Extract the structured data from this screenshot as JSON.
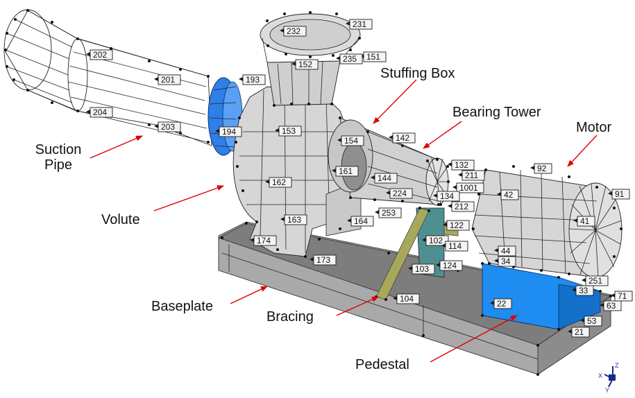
{
  "annotations": {
    "suction_pipe": "Suction\nPipe",
    "volute": "Volute",
    "baseplate": "Baseplate",
    "bracing": "Bracing",
    "pedestal": "Pedestal",
    "stuffing_box": "Stuffing Box",
    "bearing_tower": "Bearing Tower",
    "motor": "Motor"
  },
  "node_labels": [
    "202",
    "201",
    "204",
    "203",
    "232",
    "231",
    "151",
    "235",
    "152",
    "193",
    "194",
    "153",
    "154",
    "142",
    "161",
    "162",
    "163",
    "164",
    "144",
    "224",
    "253",
    "174",
    "173",
    "212",
    "132",
    "211",
    "1001",
    "134",
    "122",
    "102",
    "114",
    "103",
    "124",
    "104",
    "92",
    "42",
    "91",
    "41",
    "44",
    "34",
    "22",
    "53",
    "21",
    "63",
    "33",
    "251",
    "71"
  ],
  "colors": {
    "wireframe_fill": "#d6d6d6",
    "blue_flange": "#2f7fe8",
    "pedestal_blue": "#1e8cf0",
    "baseplate_top": "#7a7a7a",
    "bracing": "#a8a85a",
    "leader_arrow": "#e00000",
    "highlight_label": "#cc0000"
  },
  "axis_triad": [
    "Z",
    "X",
    "Y"
  ]
}
